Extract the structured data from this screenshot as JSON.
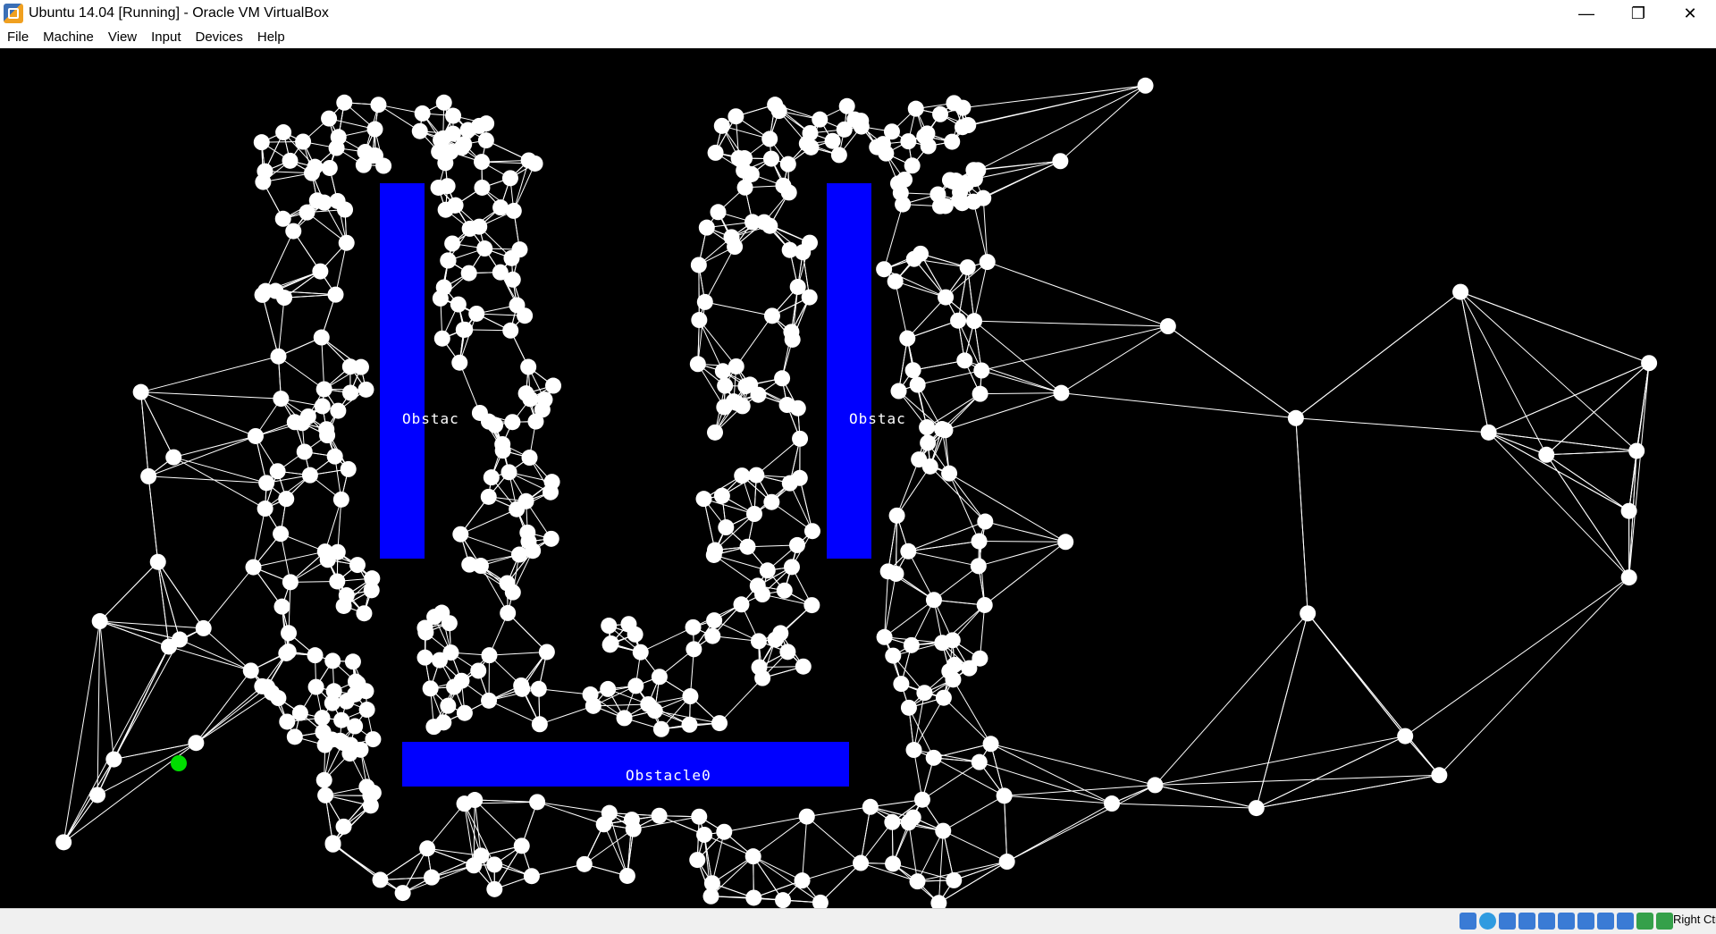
{
  "window": {
    "title": "Ubuntu 14.04 [Running] - Oracle VM VirtualBox"
  },
  "window_controls": {
    "minimize": "—",
    "restore": "❐",
    "close": "✕"
  },
  "menu": [
    "File",
    "Machine",
    "View",
    "Input",
    "Devices",
    "Help"
  ],
  "obstacles": [
    {
      "label": "Obstacle0"
    },
    {
      "label": "Obstac"
    },
    {
      "label": "Obstac"
    }
  ],
  "colors": {
    "background": "#000000",
    "obstacle": "#0000ff",
    "node": "#ffffff",
    "edge": "#ffffff",
    "start_node": "#00dd00"
  },
  "status_bar": {
    "icons": [
      "hard-disk-icon",
      "optical-disk-icon",
      "audio-icon",
      "network-icon",
      "usb-icon",
      "shared-folders-icon",
      "display-icon",
      "recording-icon",
      "virtualization-icon",
      "mouse-integration-icon",
      "keyboard-icon"
    ],
    "host_key": "Right Ctrl"
  }
}
